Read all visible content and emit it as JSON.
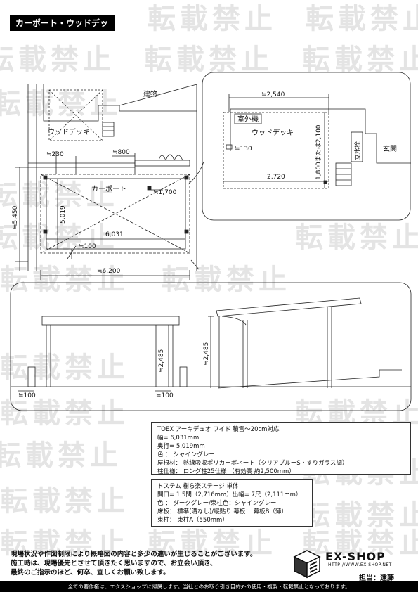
{
  "title": "カーポート・ウッドデッキ",
  "watermark": "転載禁止",
  "plan": {
    "building": "建物",
    "wood_deck": "ウッドデッキ",
    "carport": "カーポート",
    "dim_230": "≒230",
    "dim_800": "≒800",
    "dim_1700": "≒1,700",
    "dim_5019": "5,019",
    "dim_5450": "≒5,450",
    "dim_6031": "6,031",
    "dim_100": "≒100",
    "dim_6200": "≒6,200"
  },
  "detail": {
    "dim_2540": "≒2,540",
    "outdoor_unit": "室外機",
    "wood_deck": "ウッドデッキ",
    "dim_130": "≒130",
    "dim_1800_2100": "1,800または2,100",
    "faucet": "立水栓",
    "entrance": "玄関",
    "dim_2720": "2,720"
  },
  "elevation": {
    "dim_2485_a": "≒2,485",
    "dim_2485_b": "≒2,485",
    "dim_100_left": "≒100",
    "dim_100_right": "≒100"
  },
  "spec_carport": {
    "line1": "TOEX アーキデュオ ワイド 積雪～20cm対応",
    "line2": "幅= 6,031mm",
    "line3": "奥行= 5,019mm",
    "line4": "色 ： シャイングレー",
    "line5": "屋根材： 熱線吸収ポリカーボネート（クリアブルーS・すりガラス調）",
    "line6": "柱仕様： ロング柱25仕様 （有効高 約2,500mm）"
  },
  "spec_deck": {
    "line1": "トステム 樹ら楽ステージ 単体",
    "line2": "間口= 1.5間（2,716mm）出幅= 7尺（2,111mm）",
    "line3": "色 ： ダークグレー/束柱色：シャイングレー",
    "line4": "床板： 標準(溝なし)/縦貼り 幕板： 幕板B（薄）",
    "line5": "束柱： 束柱A（550mm）"
  },
  "notes": {
    "line1": "現場状況や作図制限により概略図の内容と多少の違いが生じることがございます。",
    "line2": "施工時は、現場優先とさせて頂きたく思いますので、お立会い頂き、",
    "line3": "最終のご指示のほど、何卒、宜しくお願い致します。"
  },
  "logo": {
    "brand": "EX-SHOP",
    "url": "HTTP://WWW.EX-SHOP.NET",
    "staff": "担当：遠藤"
  },
  "footer": "全ての著作権は、エクスショップに帰属します。当社とのお取り引き目的外の使用・複製・転載禁止となっております。"
}
